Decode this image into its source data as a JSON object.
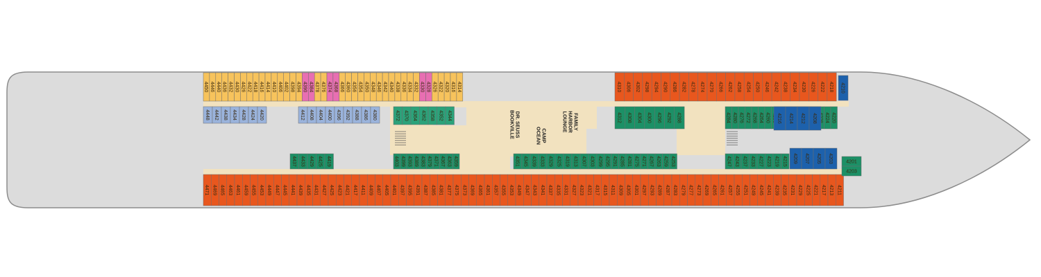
{
  "deck": {
    "colors": {
      "hull": "#dcdcdc",
      "hull_stroke": "#8c8c8c",
      "corridor": "#f2e2bf",
      "balcony": "#e8571e",
      "oceanview": "#f7c35c",
      "suite": "#e86fb2",
      "interior": "#1c9066",
      "interior_top": "#2ba27a",
      "family": "#9ab3dc",
      "spa": "#1d61ac",
      "stroke": "#6e6e6e"
    },
    "venues": {
      "camp_ocean": [
        "CAMP",
        "OCEAN"
      ],
      "dr_seuss": [
        "DR. SEUSS",
        "BOOKVILLE"
      ],
      "family_harbor": [
        "FAMILY",
        "HARBOR",
        "LOUNGE"
      ]
    },
    "top_row": {
      "oceanview_1": [
        "4450",
        "4446",
        "4440",
        "4436",
        "4432",
        "4430",
        "4426",
        "4422",
        "4418",
        "4416",
        "4414",
        "4410",
        "4406",
        "4402",
        "4398",
        "4394"
      ],
      "suite_1": [
        "4390",
        "4384"
      ],
      "oceanview_2": [
        "4378",
        "4376"
      ],
      "suite_2": [
        "4374",
        "4368"
      ],
      "oceanview_3": [
        "4366",
        "4360",
        "4356",
        "4354",
        "4350",
        "4348",
        "4346",
        "4342",
        "4340",
        "4338",
        "4336",
        "4334",
        "4332"
      ],
      "suite_3": [
        "4330",
        "4328"
      ],
      "oceanview_4": [
        "4326",
        "4322",
        "4320",
        "4316",
        "4314"
      ],
      "balcony": [
        "4310",
        "4306",
        "4302",
        "4298",
        "4294",
        "4290",
        "4286",
        "4282",
        "4278",
        "4274",
        "4270",
        "4266",
        "4262",
        "4258",
        "4254",
        "4250",
        "4246",
        "4242",
        "4238",
        "4234",
        "4230",
        "4226",
        "4222",
        "4218"
      ],
      "spa": [
        "4210"
      ]
    },
    "bottom_row": {
      "balcony": [
        "4471",
        "4469",
        "4465",
        "4463",
        "4461",
        "4459",
        "4455",
        "4453",
        "4449",
        "4447",
        "4445",
        "4441",
        "4439",
        "4435",
        "4431",
        "4427",
        "4425",
        "4423",
        "4421",
        "4417",
        "4411",
        "4409",
        "4407",
        "4405",
        "4401",
        "4397",
        "4395",
        "4391",
        "4387",
        "4385",
        "4381",
        "4377",
        "4375",
        "4373",
        "4369",
        "4365",
        "4361",
        "4357",
        "4355",
        "4353",
        "4349",
        "4347",
        "4343",
        "4341",
        "4337",
        "4335",
        "4331",
        "4327",
        "4323",
        "4321",
        "4317",
        "4315",
        "4311",
        "4309",
        "4305",
        "4301",
        "4297",
        "4293",
        "4289",
        "4287",
        "4283",
        "4279",
        "4277",
        "4273",
        "4269",
        "4265",
        "4261",
        "4257",
        "4255",
        "4251",
        "4249",
        "4245",
        "4241",
        "4239",
        "4235",
        "4231",
        "4229",
        "4225",
        "4221",
        "4217",
        "4213",
        "4211"
      ]
    },
    "upper_inner": {
      "family_1": [
        "4448",
        "4442",
        "4438",
        "4434",
        "4428",
        "4424",
        "4420"
      ],
      "family_2": [
        "4412",
        "4408",
        "4404",
        "4400",
        "4396",
        "4392",
        "4388",
        "4386",
        "4380"
      ],
      "interior": [
        "4372",
        "4370",
        "4364",
        "4362",
        "4358",
        "4352",
        "4344"
      ],
      "interior_fwd": [
        "4312",
        "4308",
        "4304",
        "4300",
        "4296",
        "4292",
        "4288",
        "4284",
        "4280",
        "4276",
        "4272",
        "4268",
        "4264",
        "4260",
        "4256",
        "4252",
        "4248",
        "4244",
        "4240",
        "4236",
        "4232",
        "4228",
        "4224",
        "4220"
      ],
      "spa_fwd": [
        "4216",
        "4214",
        "4212",
        "4208"
      ]
    },
    "lower_inner": {
      "interior_aft": [
        "4437",
        "4433",
        "4429",
        "4425",
        "4419"
      ],
      "interior_mid": [
        "4403",
        "4399",
        "4393",
        "4389",
        "4383",
        "4379",
        "4371",
        "4367",
        "4363",
        "4359",
        "4351",
        "4345",
        "4339",
        "4333",
        "4329",
        "4325",
        "4319",
        "4313",
        "4307",
        "4303"
      ],
      "interior_fwd": [
        "4299",
        "4295",
        "4291",
        "4285",
        "4281",
        "4275",
        "4271",
        "4267",
        "4263",
        "4259",
        "4253",
        "4247",
        "4243",
        "4237",
        "4233",
        "4227",
        "4223",
        "4219",
        "4215"
      ],
      "spa_fwd": [
        "4209",
        "4207",
        "4205",
        "4203"
      ],
      "bow": [
        "4201",
        "4203"
      ]
    }
  }
}
